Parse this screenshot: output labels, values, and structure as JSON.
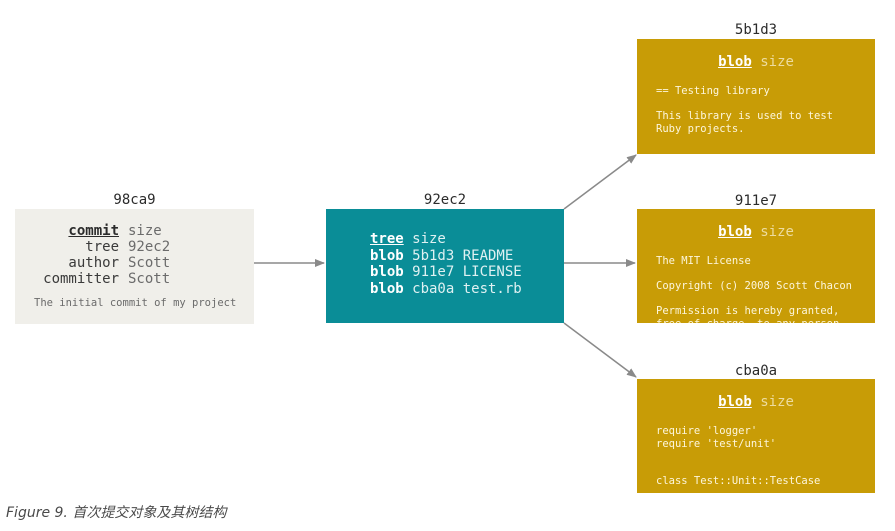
{
  "commit": {
    "hash": "98ca9",
    "rows": [
      {
        "key": "commit",
        "value": "size"
      },
      {
        "key": "tree",
        "value": "92ec2"
      },
      {
        "key": "author",
        "value": "Scott"
      },
      {
        "key": "committer",
        "value": "Scott"
      }
    ],
    "message": "The initial commit of my project"
  },
  "tree": {
    "hash": "92ec2",
    "lines": [
      {
        "kw": "tree",
        "rest": " size"
      },
      {
        "kw": "blob",
        "rest": " 5b1d3 README"
      },
      {
        "kw": "blob",
        "rest": " 911e7 LICENSE"
      },
      {
        "kw": "blob",
        "rest": " cba0a test.rb"
      }
    ]
  },
  "blobs": [
    {
      "hash": "5b1d3",
      "kw": "blob",
      "size": "size",
      "content": "== Testing library\n\nThis library is used to test\nRuby projects."
    },
    {
      "hash": "911e7",
      "kw": "blob",
      "size": "size",
      "content": "The MIT License\n\nCopyright (c) 2008 Scott Chacon\n\nPermission is hereby granted,\nfree of charge, to any person"
    },
    {
      "hash": "cba0a",
      "kw": "blob",
      "size": "size",
      "content": "require 'logger'\nrequire 'test/unit'\n\n\nclass Test::Unit::TestCase"
    }
  ],
  "caption": "Figure 9. 首次提交对象及其树结构",
  "colors": {
    "commit_bg": "#f0efea",
    "tree_bg": "#0a8d97",
    "blob_bg": "#c89c06",
    "arrow": "#8a8a8a"
  }
}
